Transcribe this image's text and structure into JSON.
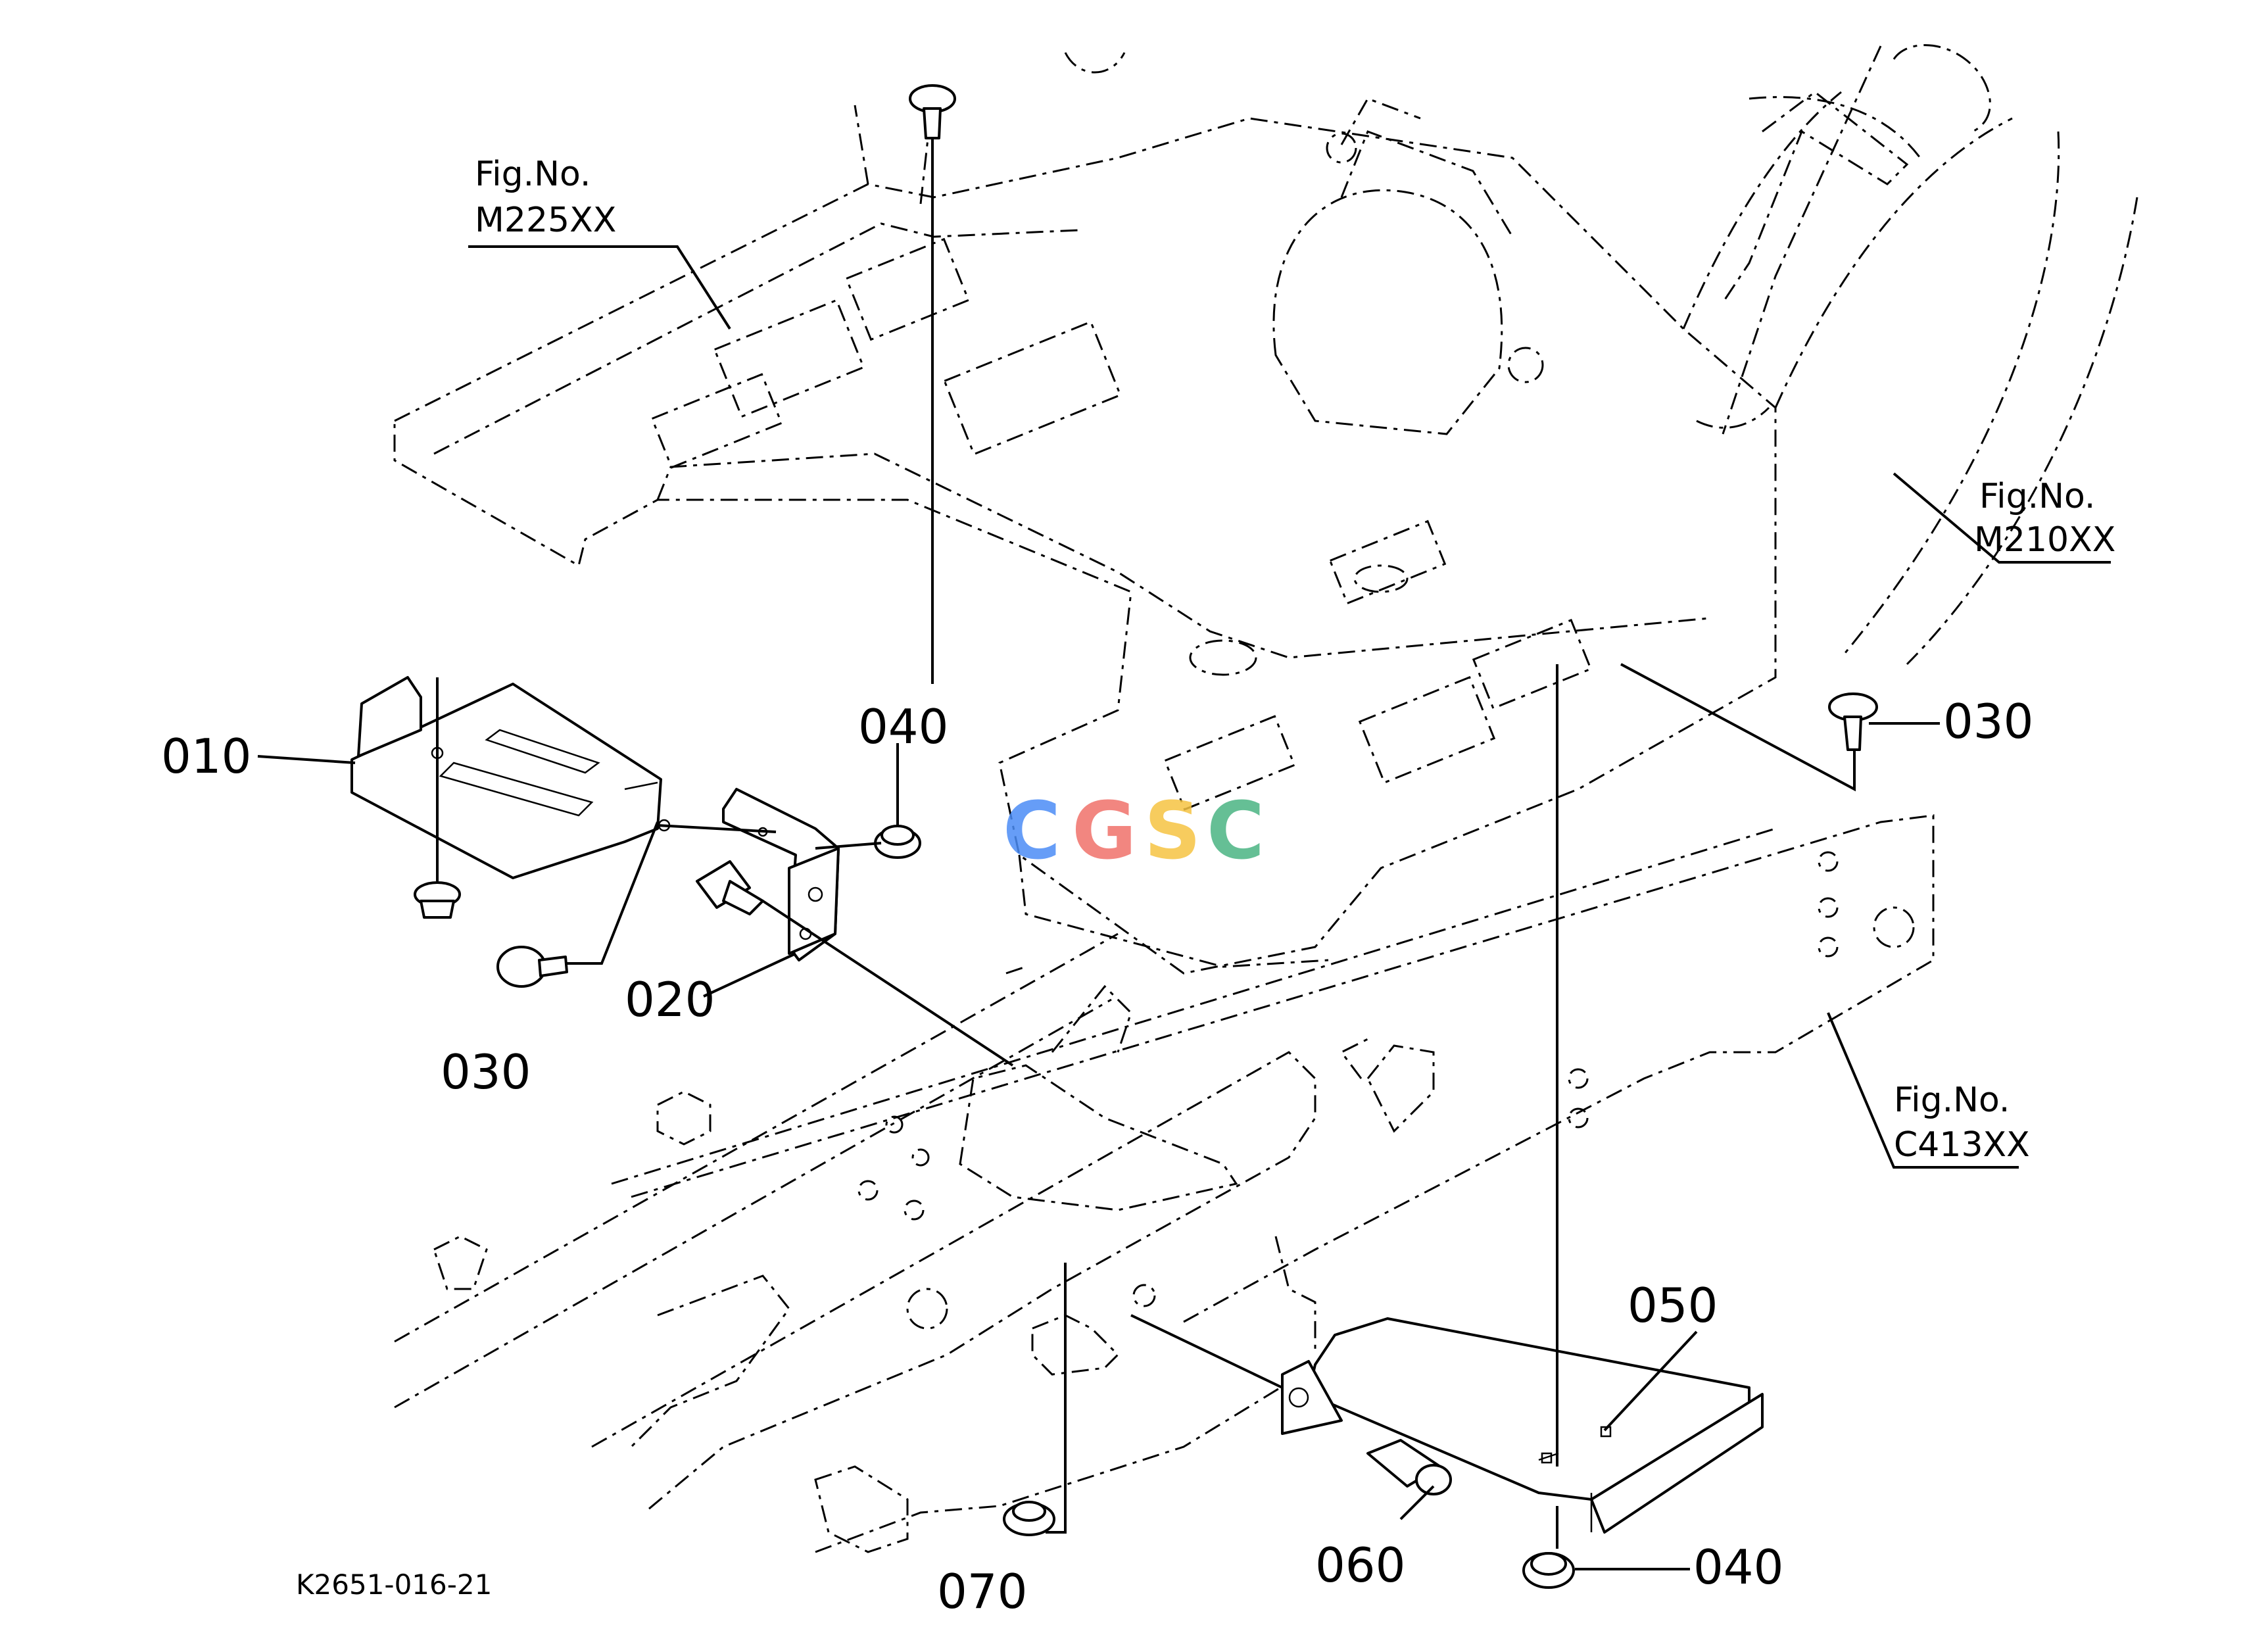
{
  "figure_refs": {
    "m225": {
      "line1": "Fig.No.",
      "line2": "M225XX"
    },
    "m210": {
      "line1": "Fig.No.",
      "line2": "M210XX"
    },
    "c413": {
      "line1": "Fig.No.",
      "line2": "C413XX"
    }
  },
  "part_labels": {
    "p010": "010",
    "p020": "020",
    "p030_left": "030",
    "p030_right": "030",
    "p040_top": "040",
    "p040_bottom": "040",
    "p050": "050",
    "p060": "060",
    "p070": "070"
  },
  "drawing_code": "K2651-016-21",
  "watermark": {
    "letters": [
      "C",
      "G",
      "S",
      "C"
    ],
    "colors": [
      "#4c8df6",
      "#f0716b",
      "#f6c443",
      "#4bb583"
    ]
  }
}
